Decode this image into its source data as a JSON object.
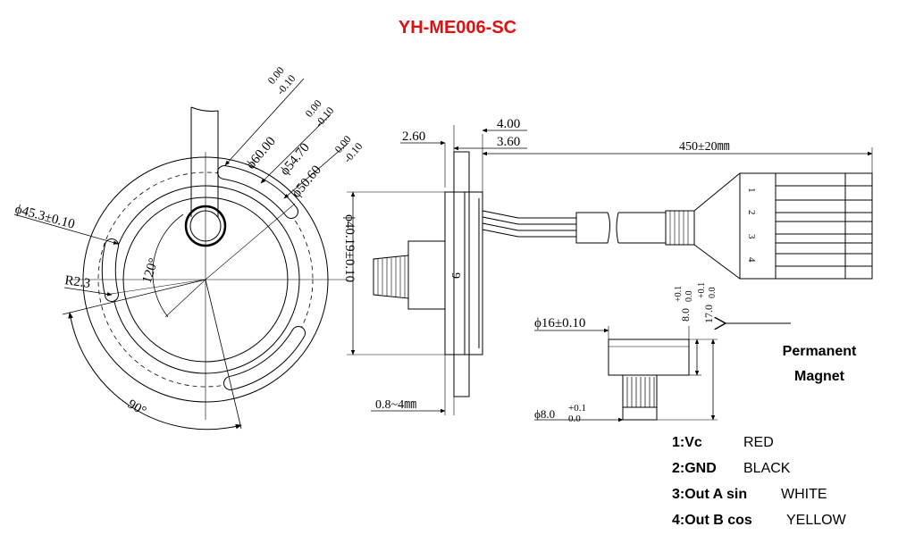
{
  "title": "YH-ME006-SC",
  "title_color": "#e01010",
  "magnet_label": [
    "Permanent",
    "Magnet"
  ],
  "pin_legend": [
    {
      "pin": "1:Vc",
      "color": "RED"
    },
    {
      "pin": "2:GND",
      "color": "BLACK"
    },
    {
      "pin": "3:Out A sin",
      "color": "WHITE"
    },
    {
      "pin": "4:Out B cos",
      "color": "YELLOW"
    }
  ],
  "front_view": {
    "dia_outer": "ϕ60.00",
    "dia_outer_tol_upper": "0.00",
    "dia_outer_tol_lower": "-0.10",
    "dia_slot": "ϕ54.70",
    "dia_slot_tol_upper": "0.00",
    "dia_slot_tol_lower": "-0.10",
    "dia_inner": "ϕ50.60",
    "dia_inner_tol_upper": "0.00",
    "dia_inner_tol_lower": "-0.10",
    "dia_bolt": "ϕ45.3±0.10",
    "slot_radius": "R2.3",
    "angle_slots": "120°",
    "angle_arc": "90°"
  },
  "side_view": {
    "flange_thickness": "2.60",
    "total_thickness": "4.00",
    "body_thickness": "3.60",
    "cable_length": "450±20㎜",
    "body_dia": "ϕ40.19±0.10",
    "body_depth": "9",
    "shaft_gap": "0.8~4㎜",
    "connector_pins": [
      "1",
      "2",
      "3",
      "4"
    ]
  },
  "magnet_view": {
    "dia_magnet": "ϕ16±0.10",
    "dia_shaft": "ϕ8.0",
    "dia_shaft_tol_upper": "+0.1",
    "dia_shaft_tol_lower": "0.0",
    "height_a": "8.0",
    "height_a_tol_upper": "+0.1",
    "height_a_tol_lower": "0.0",
    "height_b": "17.0",
    "height_b_tol_upper": "+0.1",
    "height_b_tol_lower": "0.0"
  }
}
